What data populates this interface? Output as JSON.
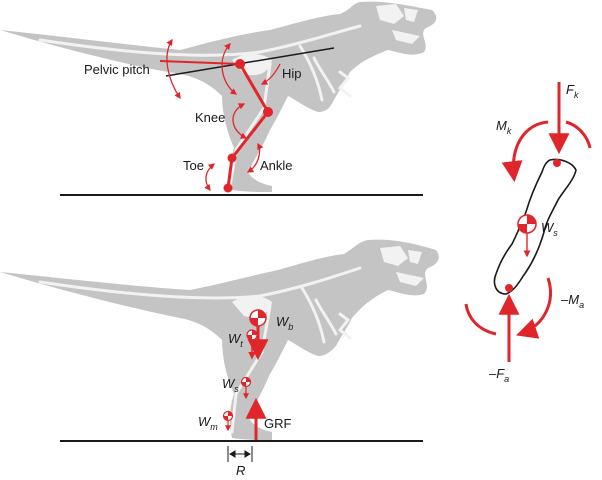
{
  "colors": {
    "accent_red": "#e0262b",
    "silhouette_gray": "#c4c4c4",
    "bone_white": "#f2f2f2",
    "ink": "#1a1a1a"
  },
  "top_panel": {
    "labels": {
      "pelvic_pitch": "Pelvic pitch",
      "hip": "Hip",
      "knee": "Knee",
      "toe": "Toe",
      "ankle": "Ankle"
    }
  },
  "bottom_panel": {
    "labels": {
      "w_b": {
        "main": "W",
        "sub": "b"
      },
      "w_t": {
        "main": "W",
        "sub": "t"
      },
      "w_s": {
        "main": "W",
        "sub": "s"
      },
      "w_m": {
        "main": "W",
        "sub": "m"
      },
      "grf": "GRF",
      "r": "R"
    }
  },
  "segment_panel": {
    "labels": {
      "f_k": {
        "main": "F",
        "sub": "k"
      },
      "m_k": {
        "main": "M",
        "sub": "k"
      },
      "w_s": {
        "main": "W",
        "sub": "s"
      },
      "m_a": {
        "main": "–M",
        "sub": "a"
      },
      "f_a": {
        "main": "–F",
        "sub": "a"
      }
    }
  }
}
